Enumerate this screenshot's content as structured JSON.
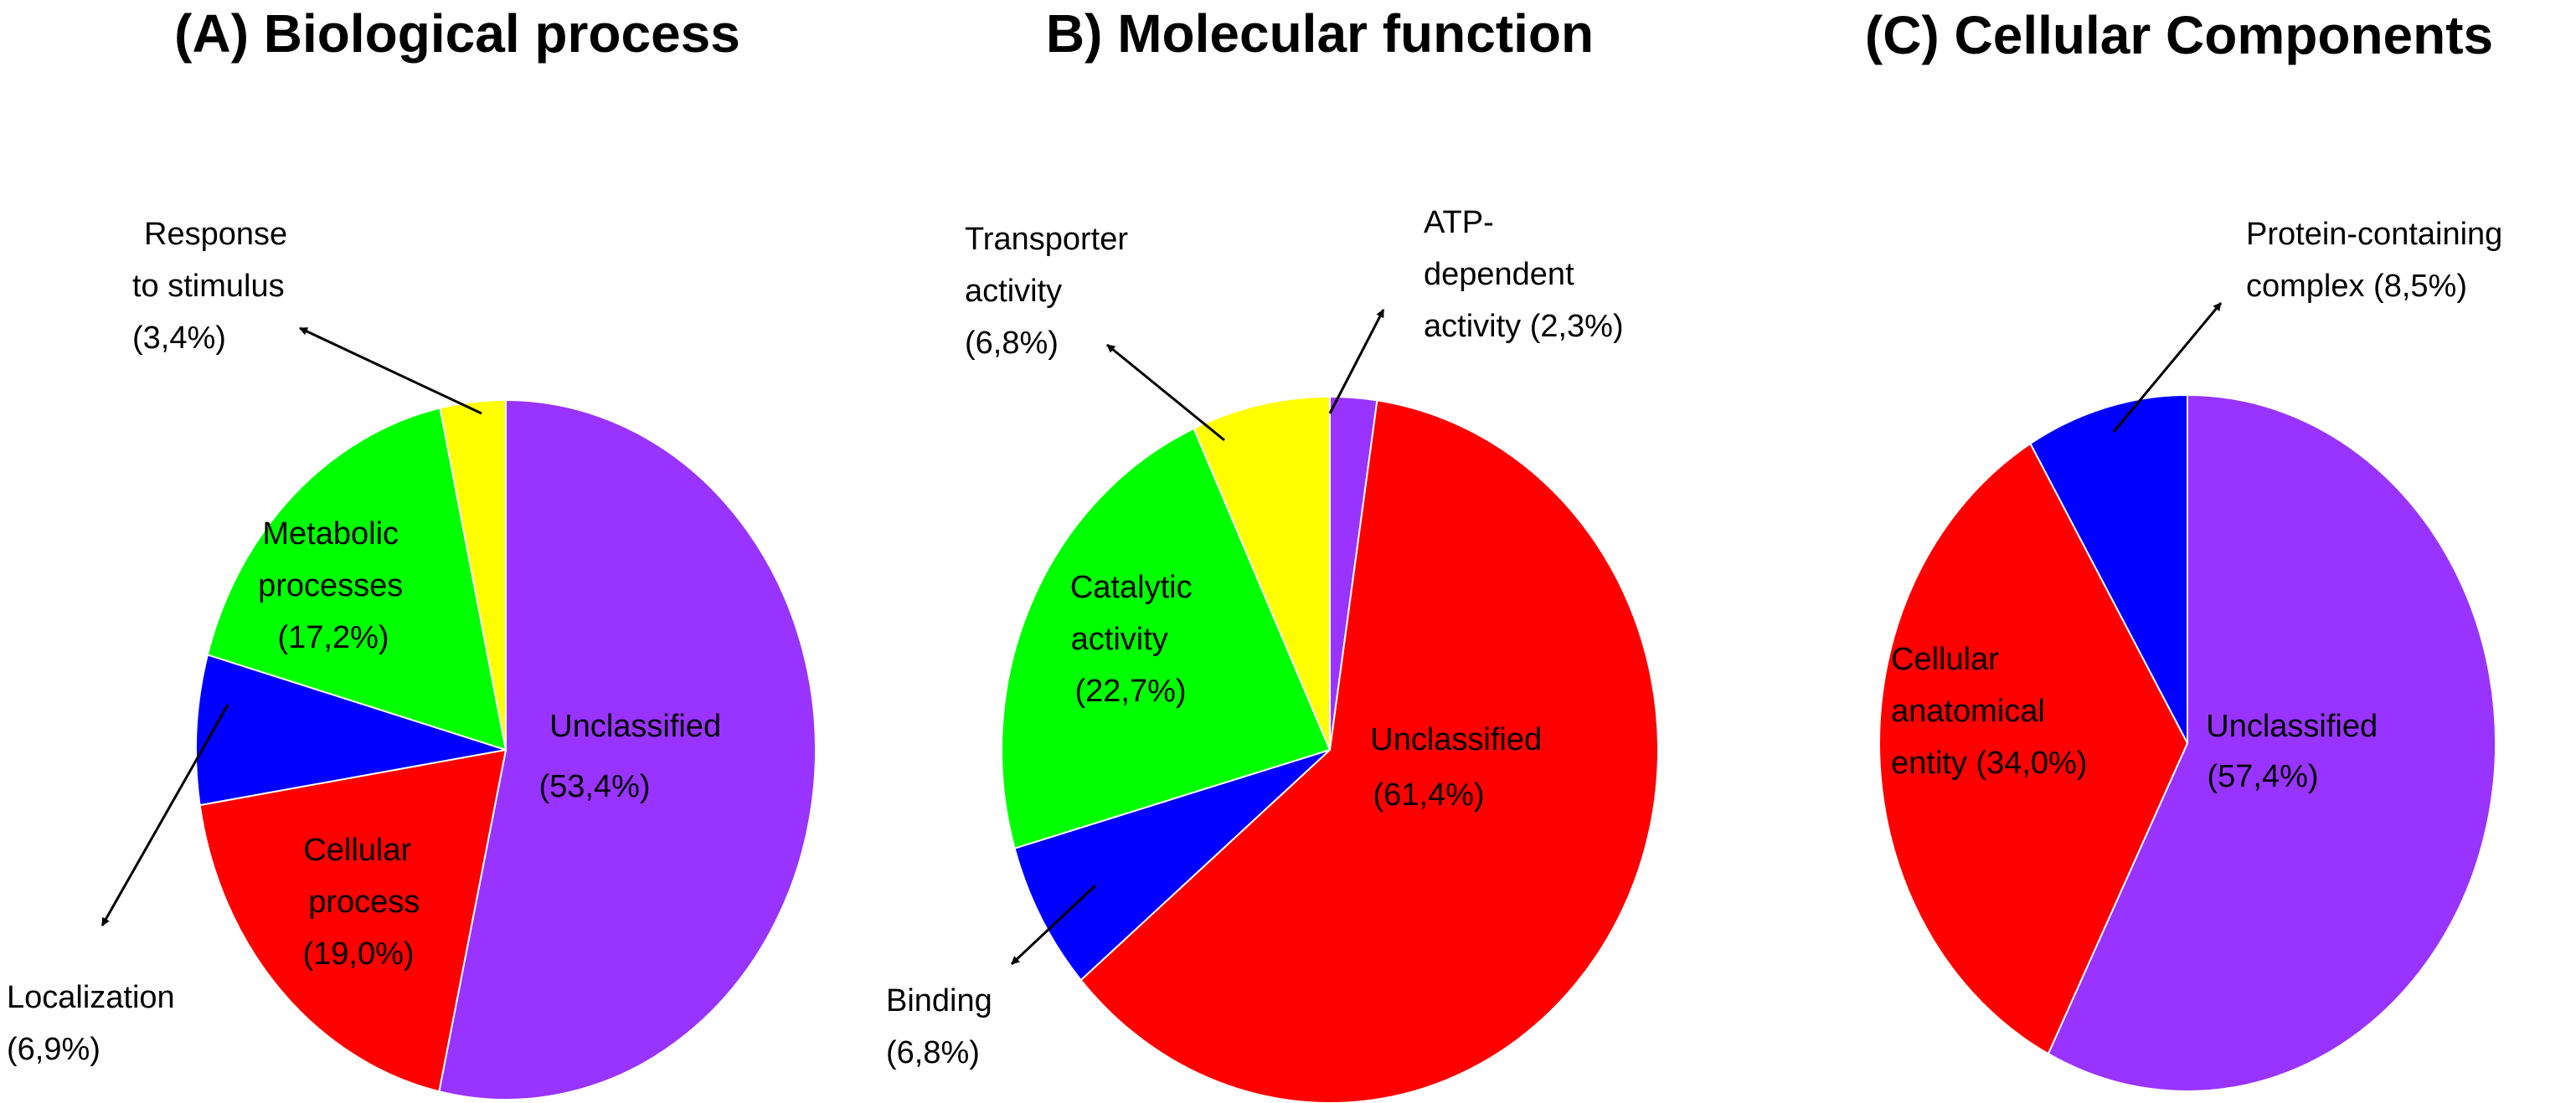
{
  "chart_data": [
    {
      "type": "pie",
      "title": "(A) Biological process",
      "slices": [
        {
          "label": "Unclassified",
          "value": 53.4,
          "value_text": "(53,4%)",
          "color": "#9933ff"
        },
        {
          "label": "Cellular process",
          "value": 19.0,
          "value_text": "(19,0%)",
          "color": "#ff0000"
        },
        {
          "label": "Localization",
          "value": 6.9,
          "value_text": "(6,9%)",
          "color": "#0000ff"
        },
        {
          "label": "Metabolic processes",
          "value": 17.2,
          "value_text": "(17,2%)",
          "color": "#00ff00"
        },
        {
          "label": "Response to stimulus",
          "value": 3.4,
          "value_text": "(3,4%)",
          "color": "#ffff00"
        }
      ]
    },
    {
      "type": "pie",
      "title": "B) Molecular function",
      "slices": [
        {
          "label": "ATP-dependent activity",
          "value": 2.3,
          "value_text": "(2,3%)",
          "color": "#9933ff"
        },
        {
          "label": "Unclassified",
          "value": 61.4,
          "value_text": "(61,4%)",
          "color": "#ff0000"
        },
        {
          "label": "Binding",
          "value": 6.8,
          "value_text": "(6,8%)",
          "color": "#0000ff"
        },
        {
          "label": "Catalytic activity",
          "value": 22.7,
          "value_text": "(22,7%)",
          "color": "#00ff00"
        },
        {
          "label": "Transporter activity",
          "value": 6.8,
          "value_text": "(6,8%)",
          "color": "#ffff00"
        }
      ]
    },
    {
      "type": "pie",
      "title": "(C) Cellular Components",
      "slices": [
        {
          "label": "Unclassified",
          "value": 57.4,
          "value_text": "(57,4%)",
          "color": "#9933ff"
        },
        {
          "label": "Cellular anatomical entity",
          "value": 34.0,
          "value_text": "(34,0%)",
          "color": "#ff0000"
        },
        {
          "label": "Protein-containing complex",
          "value": 8.5,
          "value_text": "(8,5%)",
          "color": "#0000ff"
        }
      ]
    }
  ],
  "labels": {
    "a": {
      "unclassified": [
        "Unclassified",
        "(53,4%)"
      ],
      "cellular": [
        "Cellular",
        "process",
        "(19,0%)"
      ],
      "metabolic": [
        "Metabolic",
        "processes",
        "(17,2%)"
      ],
      "response": [
        "Response",
        "to stimulus",
        "(3,4%)"
      ],
      "localization": [
        "Localization",
        "(6,9%)"
      ]
    },
    "b": {
      "unclassified": [
        "Unclassified",
        "(61,4%)"
      ],
      "catalytic": [
        "Catalytic",
        "activity",
        "(22,7%)"
      ],
      "transporter": [
        "Transporter",
        "activity",
        "(6,8%)"
      ],
      "atp": [
        "ATP-",
        "dependent",
        "activity (2,3%)"
      ],
      "binding": [
        "Binding",
        "(6,8%)"
      ]
    },
    "c": {
      "unclassified": [
        "Unclassified",
        "(57,4%)"
      ],
      "cellular": [
        "Cellular",
        "anatomical",
        "entity (34,0%)"
      ],
      "protein": [
        "Protein-containing",
        "complex (8,5%)"
      ]
    }
  }
}
